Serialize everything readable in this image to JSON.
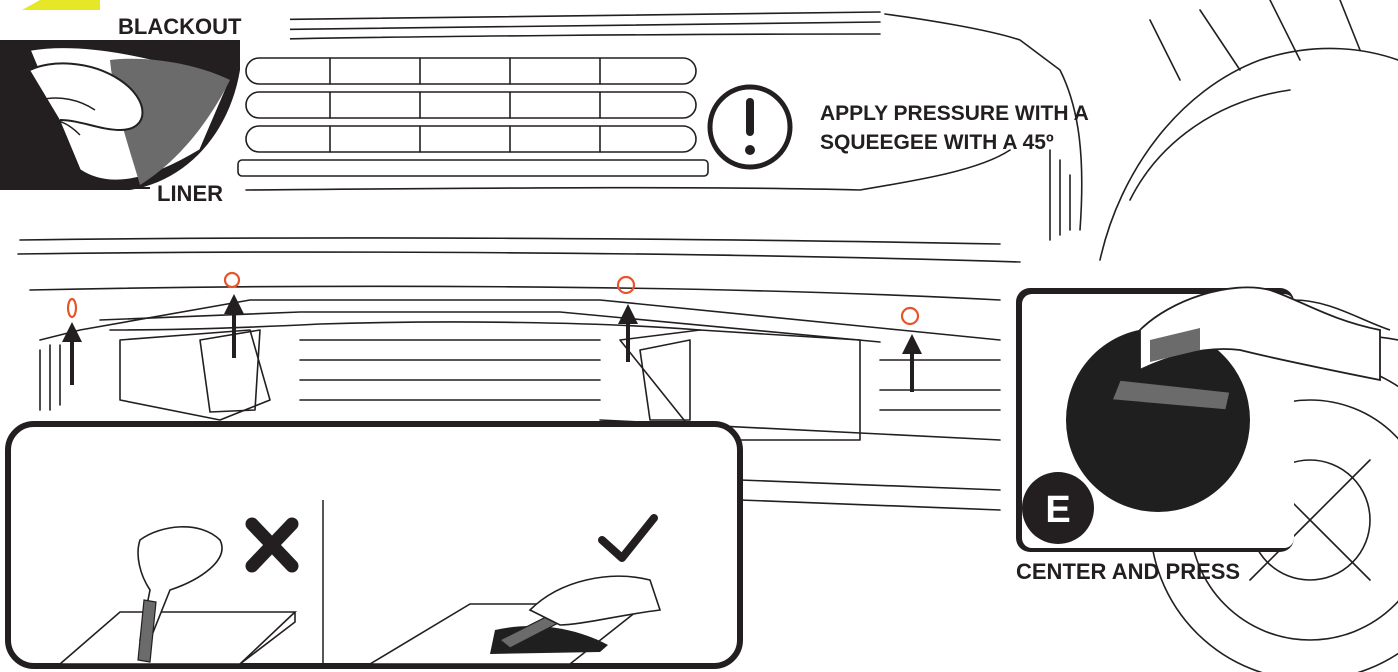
{
  "labels": {
    "blackout": "BLACKOUT",
    "liner": "LINER",
    "warning_line1": "APPLY PRESSURE WITH A",
    "warning_line2": "SQUEEGEE WITH A 45º",
    "center_and_press": "CENTER AND PRESS",
    "step": "E"
  },
  "colors": {
    "ink": "#231f20",
    "marker": "#e8542a",
    "accent": "#e5e727",
    "film": "#6b6b6b",
    "film_dark": "#1f1f1f"
  },
  "icons": {
    "warning": "exclamation-circle-icon",
    "wrong": "x-mark-icon",
    "right": "checkmark-icon"
  }
}
